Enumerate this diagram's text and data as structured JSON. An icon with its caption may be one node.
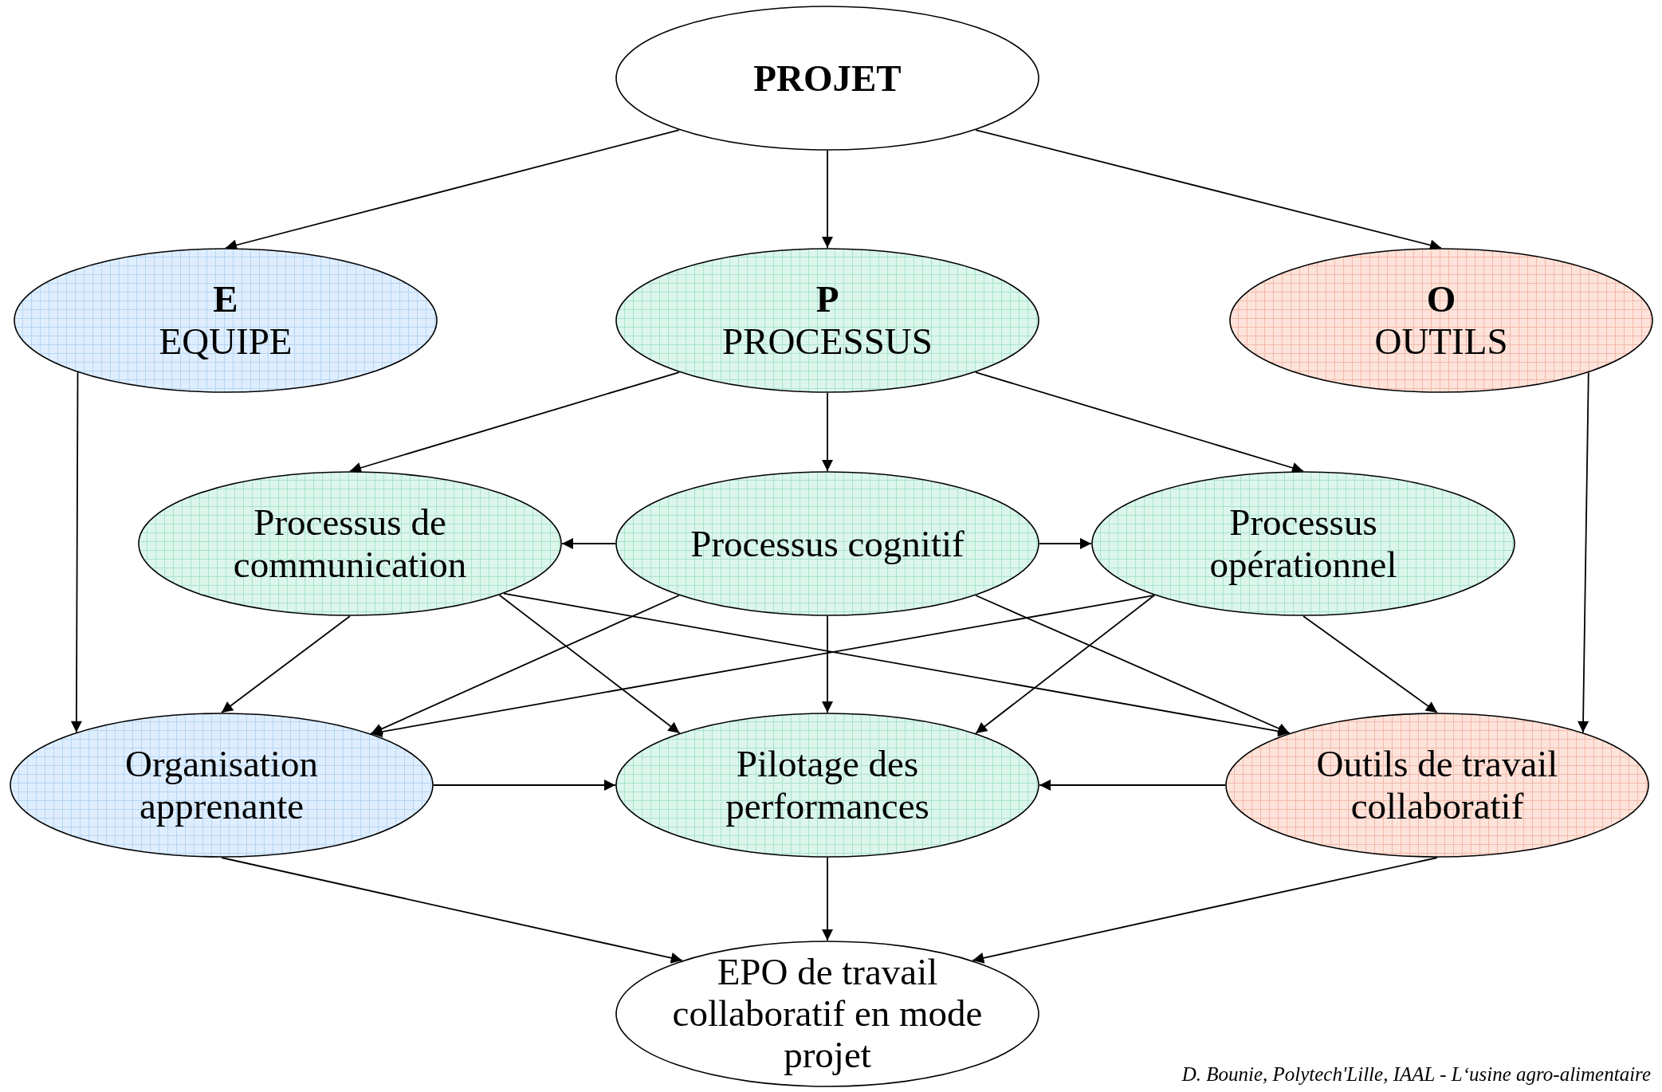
{
  "diagram": {
    "nodes": [
      {
        "text": [
          "PROJET"
        ]
      },
      {
        "text": [
          "E",
          "EQUIPE"
        ]
      },
      {
        "text": [
          "P",
          "PROCESSUS"
        ]
      },
      {
        "text": [
          "O",
          "OUTILS"
        ]
      },
      {
        "text": [
          "Processus de communication"
        ]
      },
      {
        "text": [
          "Processus cognitif"
        ]
      },
      {
        "text": [
          "Processus opérationnel"
        ]
      },
      {
        "text": [
          "Organisation apprenante"
        ]
      },
      {
        "text": [
          "Pilotage des performances"
        ]
      },
      {
        "text": [
          "Outils de travail collaboratif"
        ]
      },
      {
        "text": [
          "EPO de travail collaboratif en mode projet"
        ]
      }
    ],
    "edges": [
      {
        "from": 0,
        "to": 1,
        "arrow": "to"
      },
      {
        "from": 0,
        "to": 2,
        "arrow": "to"
      },
      {
        "from": 0,
        "to": 3,
        "arrow": "to"
      },
      {
        "from": 1,
        "to": 7,
        "arrow": "to"
      },
      {
        "from": 3,
        "to": 9,
        "arrow": "to"
      },
      {
        "from": 2,
        "to": 4,
        "arrow": "to"
      },
      {
        "from": 2,
        "to": 5,
        "arrow": "to"
      },
      {
        "from": 2,
        "to": 6,
        "arrow": "to"
      },
      {
        "from": 5,
        "to": 4,
        "arrow": "to"
      },
      {
        "from": 5,
        "to": 6,
        "arrow": "to"
      },
      {
        "from": 4,
        "to": 7,
        "arrow": "to"
      },
      {
        "from": 4,
        "to": 8,
        "arrow": "to"
      },
      {
        "from": 4,
        "to": 9,
        "arrow": "to"
      },
      {
        "from": 5,
        "to": 7,
        "arrow": "to"
      },
      {
        "from": 5,
        "to": 8,
        "arrow": "to"
      },
      {
        "from": 5,
        "to": 9,
        "arrow": "to"
      },
      {
        "from": 6,
        "to": 7,
        "arrow": "to"
      },
      {
        "from": 6,
        "to": 8,
        "arrow": "to"
      },
      {
        "from": 6,
        "to": 9,
        "arrow": "to"
      },
      {
        "from": 7,
        "to": 8,
        "arrow": "to"
      },
      {
        "from": 9,
        "to": 8,
        "arrow": "to"
      },
      {
        "from": 7,
        "to": 10,
        "arrow": "to"
      },
      {
        "from": 8,
        "to": 10,
        "arrow": "to"
      },
      {
        "from": 9,
        "to": 10,
        "arrow": "to"
      }
    ],
    "labels": [
      "D. Bounie, Polytech'Lille, IAAL - L‘usine agro-alimentaire"
    ]
  }
}
